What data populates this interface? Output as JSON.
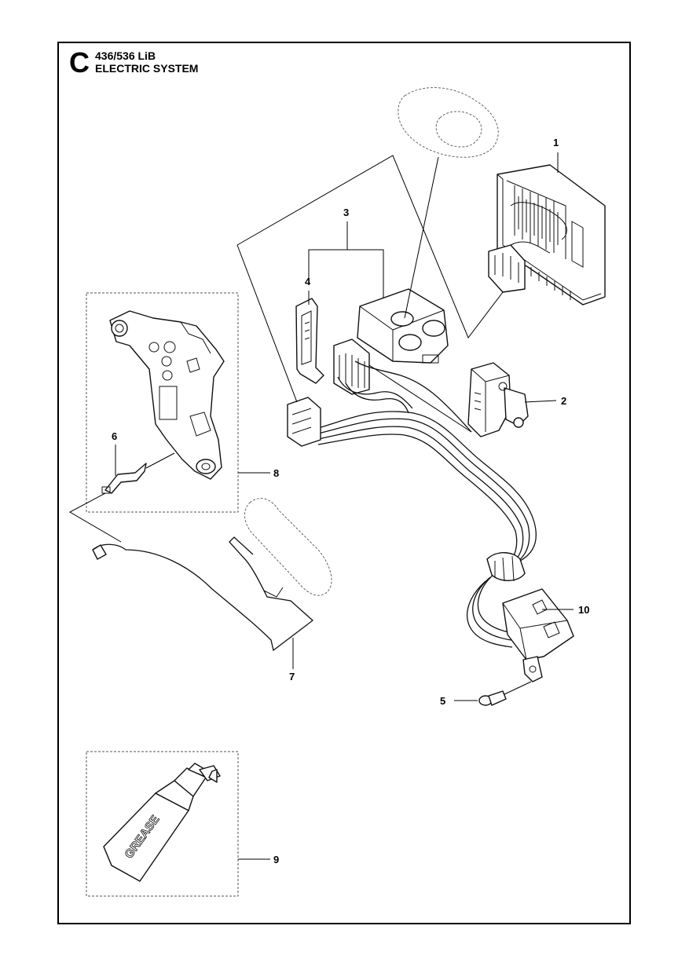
{
  "header": {
    "section_letter": "C",
    "model": "436/536 LiB",
    "title": "ELECTRIC SYSTEM"
  },
  "callouts": [
    {
      "id": "c1",
      "label": "1"
    },
    {
      "id": "c2",
      "label": "2"
    },
    {
      "id": "c3",
      "label": "3"
    },
    {
      "id": "c4",
      "label": "4"
    },
    {
      "id": "c5",
      "label": "5"
    },
    {
      "id": "c6",
      "label": "6"
    },
    {
      "id": "c7",
      "label": "7"
    },
    {
      "id": "c8",
      "label": "8"
    },
    {
      "id": "c9",
      "label": "9"
    },
    {
      "id": "c10",
      "label": "10"
    }
  ],
  "grease_tube": {
    "label": "GREASE"
  }
}
